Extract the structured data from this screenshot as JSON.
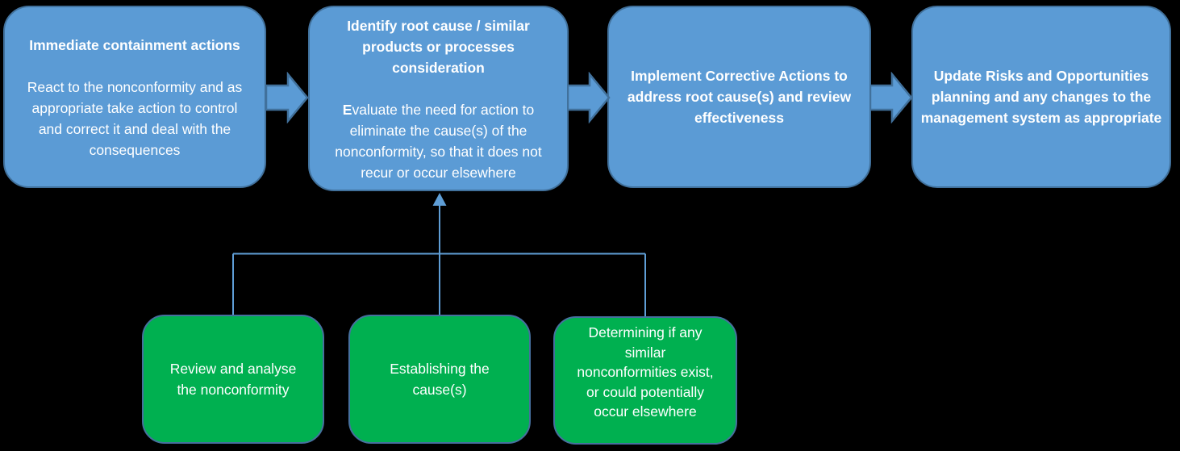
{
  "diagram": {
    "title_hint": "Nonconformity and corrective action process flow",
    "colors": {
      "background": "#000000",
      "step_fill": "#5B9BD5",
      "step_border": "#41719C",
      "substep_fill": "#00B050",
      "substep_border": "#46709E",
      "connector": "#5F9ED6",
      "text": "#FFFFFF"
    },
    "icons": {
      "right_arrow": "block-arrow-right",
      "up_arrow": "arrow-up"
    },
    "process_steps": [
      {
        "title": "Immediate containment actions",
        "body": "React to the nonconformity and as appropriate take action to control and correct it and deal with the consequences"
      },
      {
        "title": "Identify root cause / similar products or processes consideration",
        "body_bold_prefix": "E",
        "body_rest": "valuate the need for action to eliminate the cause(s) of the nonconformity, so that it does not recur or occur elsewhere"
      },
      {
        "title": "Implement Corrective Actions to address root cause(s) and review effectiveness"
      },
      {
        "title": "Update Risks and Opportunities planning and any changes to the management system as appropriate"
      }
    ],
    "sub_steps": [
      {
        "label": "Review and analyse the nonconformity"
      },
      {
        "label": "Establishing the cause(s)"
      },
      {
        "label": "Determining if any similar nonconformities exist, or could potentially occur elsewhere"
      }
    ]
  }
}
